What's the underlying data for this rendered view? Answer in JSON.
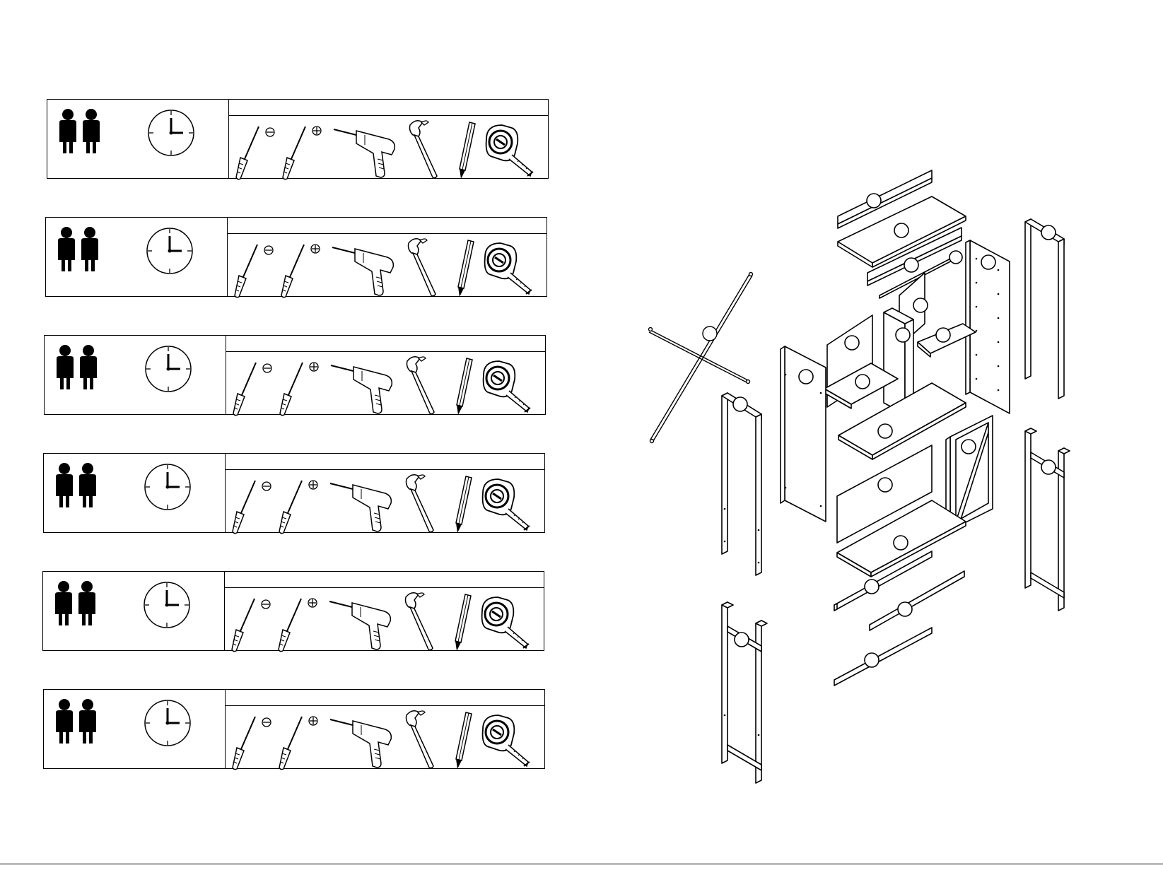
{
  "steps": [
    {
      "people": 2,
      "tools": [
        "flathead-screwdriver",
        "phillips-screwdriver",
        "power-drill",
        "hammer",
        "pencil",
        "tape-measure"
      ]
    },
    {
      "people": 2,
      "tools": [
        "flathead-screwdriver",
        "phillips-screwdriver",
        "power-drill",
        "hammer",
        "pencil",
        "tape-measure"
      ]
    },
    {
      "people": 2,
      "tools": [
        "flathead-screwdriver",
        "phillips-screwdriver",
        "power-drill",
        "hammer",
        "pencil",
        "tape-measure"
      ]
    },
    {
      "people": 2,
      "tools": [
        "flathead-screwdriver",
        "phillips-screwdriver",
        "power-drill",
        "hammer",
        "pencil",
        "tape-measure"
      ]
    },
    {
      "people": 2,
      "tools": [
        "flathead-screwdriver",
        "phillips-screwdriver",
        "power-drill",
        "hammer",
        "pencil",
        "tape-measure"
      ]
    },
    {
      "people": 2,
      "tools": [
        "flathead-screwdriver",
        "phillips-screwdriver",
        "power-drill",
        "hammer",
        "pencil",
        "tape-measure"
      ]
    }
  ],
  "diagram": {
    "type": "exploded-assembly",
    "parts": [
      "top-rail",
      "top-panel",
      "rear-rail",
      "diagonal-brace",
      "side-panel-right",
      "shelf-upper-right",
      "shelf-upper-left",
      "center-divider",
      "left-side-panel",
      "x-brace",
      "left-frame-front",
      "right-frame-front",
      "bottom-shelf",
      "back-panel",
      "door",
      "base-panel",
      "base-rail-1",
      "base-rail-2",
      "base-rail-3",
      "left-frame-rear",
      "right-frame-rear"
    ]
  },
  "footer": {
    "text": ""
  }
}
